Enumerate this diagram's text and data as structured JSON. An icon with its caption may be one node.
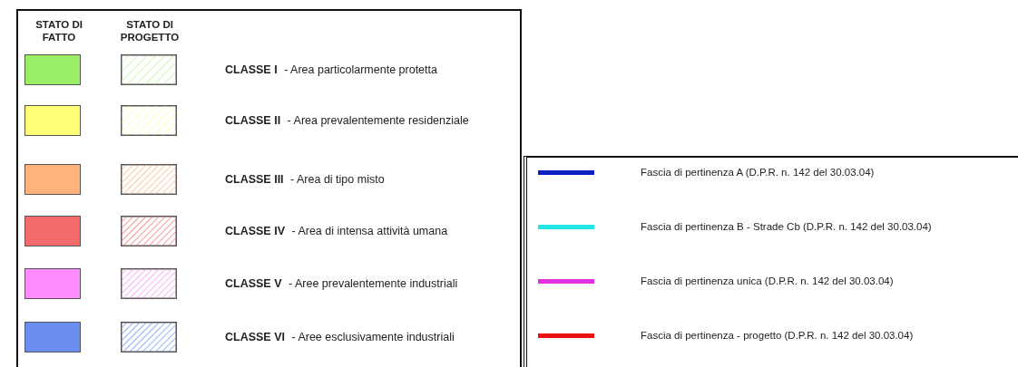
{
  "diagram": {
    "labels": [
      "STATO DI FATTO",
      "STATO DI PROGETTO"
    ],
    "legend": [
      {
        "text": "**CLASSE I** - Area particolarmente protetta",
        "color": "#99ee66"
      },
      {
        "text": "**CLASSE II** - Area prevalentemente residenziale",
        "color": "#ffff77"
      },
      {
        "text": "**CLASSE III** - Area di tipo misto",
        "color": "#ffb27a"
      },
      {
        "text": "**CLASSE IV** - Area di intensa attività umana",
        "color": "#f56b6b"
      },
      {
        "text": "**CLASSE V** - Aree prevalentemente industriali",
        "color": "#ff8cff"
      },
      {
        "text": "**CLASSE VI** - Aree esclusivamente industriali",
        "color": "#6b8cf0"
      },
      {
        "text": "Fascia di pertinenza A (D.P.R. n. 142 del 30.03.04)",
        "color": "#0a1fc0"
      },
      {
        "text": "Fascia di pertinenza B - Strade Cb (D.P.R. n. 142 del 30.03.04)",
        "color": "#22e6e6"
      },
      {
        "text": "Fascia di pertinenza unica (D.P.R. n. 142 del 30.03.04)",
        "color": "#e030e0"
      },
      {
        "text": "Fascia di pertinenza - progetto (D.P.R. n. 142 del 30.03.04)",
        "color": "#e81010"
      }
    ]
  }
}
